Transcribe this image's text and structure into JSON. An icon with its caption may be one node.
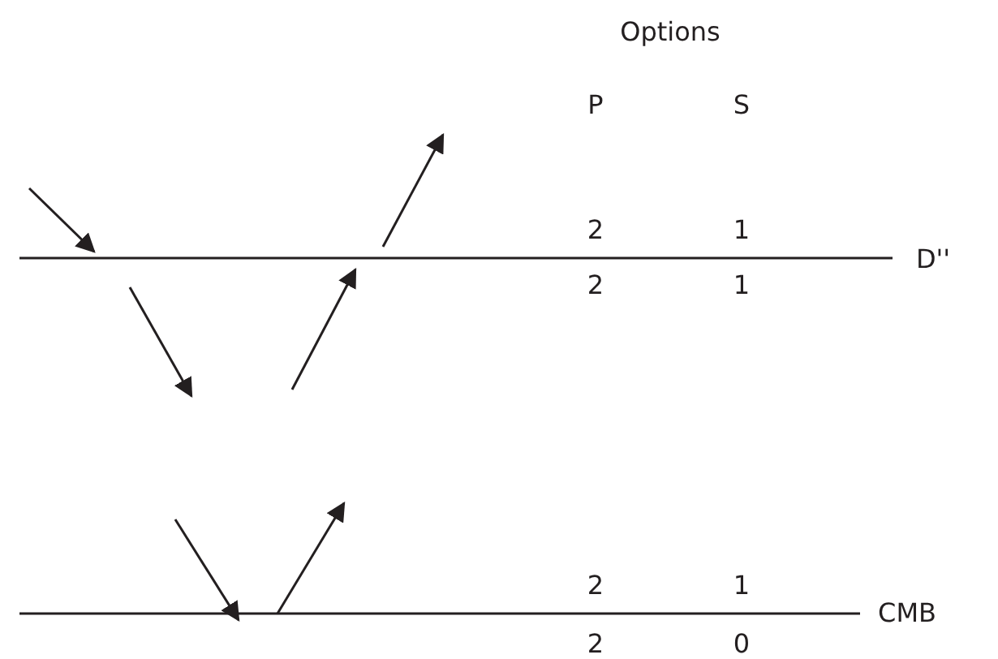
{
  "diagram": {
    "labels": [
      "Options",
      "P",
      "S",
      "2",
      "1",
      "D''",
      "2",
      "1",
      "2",
      "1",
      "CMB",
      "2",
      "0"
    ]
  }
}
